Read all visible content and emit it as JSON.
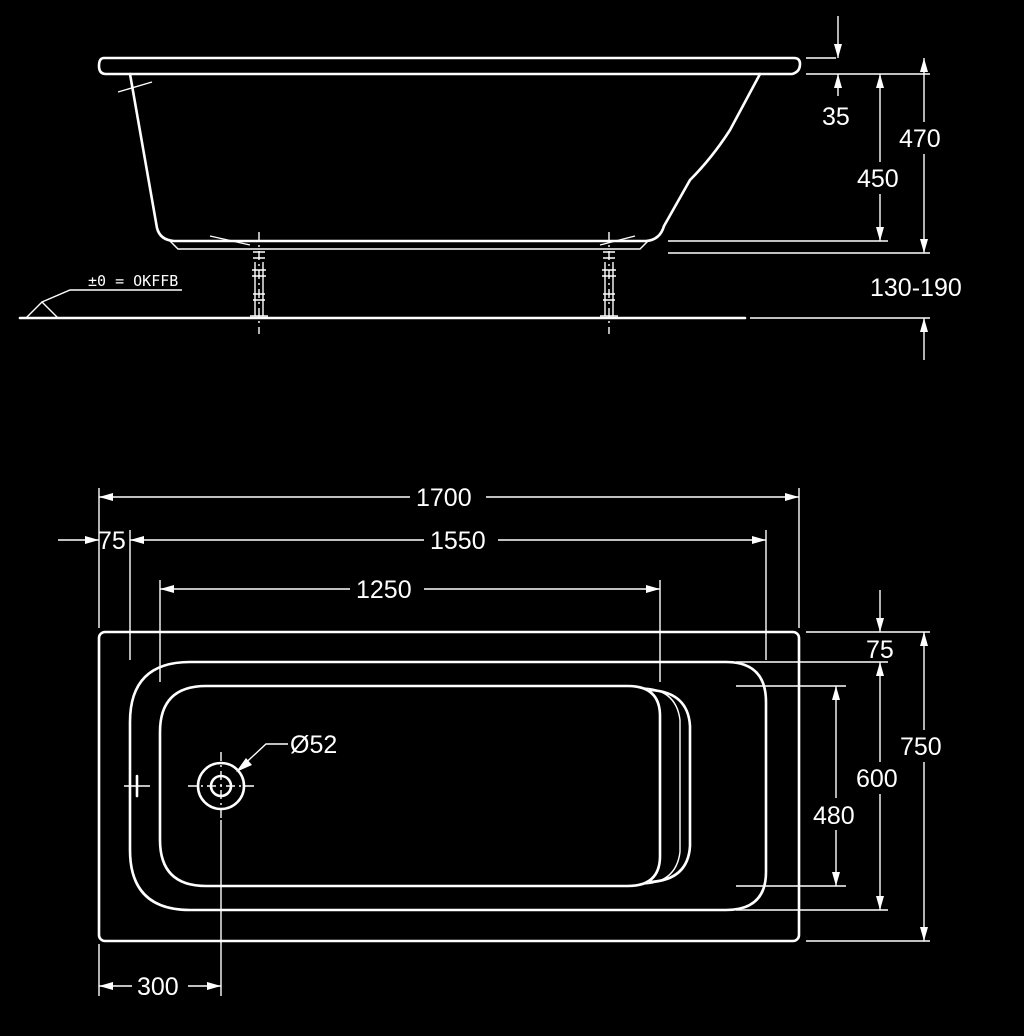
{
  "side_view": {
    "rim_thickness": "35",
    "depth_inner": "450",
    "height_total": "470",
    "leg_height_range": "130-190",
    "floor_level_label": "±0 = OKFFB"
  },
  "top_view": {
    "overall_length": "1700",
    "rim_offset_left": "75",
    "inner_length": "1550",
    "bottom_length": "1250",
    "drain_diameter": "Ø52",
    "rim_offset_top": "75",
    "overall_width": "750",
    "inner_width": "600",
    "bottom_width": "480",
    "drain_offset": "300"
  },
  "colors": {
    "background": "#000000",
    "line": "#ffffff"
  }
}
